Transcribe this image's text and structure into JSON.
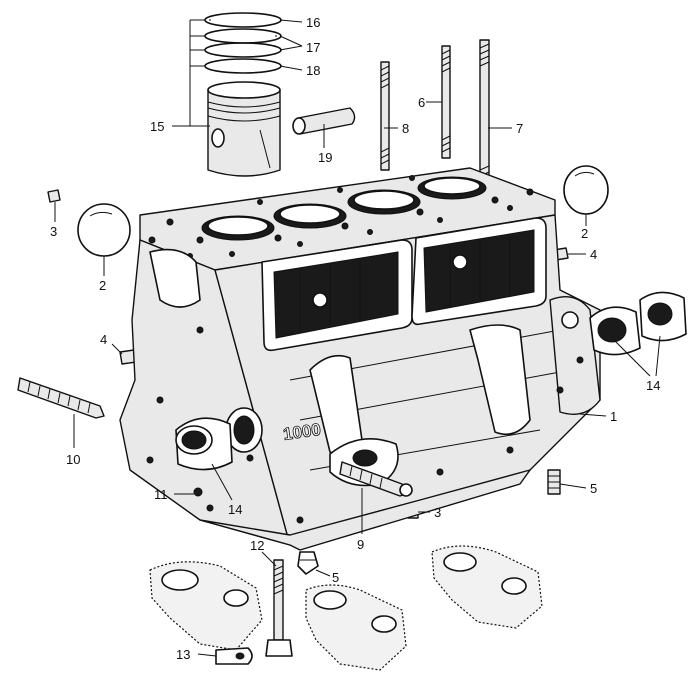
{
  "diagram": {
    "block_stamp": "1000",
    "callouts": [
      {
        "id": "c16",
        "text": "16"
      },
      {
        "id": "c17",
        "text": "17"
      },
      {
        "id": "c18",
        "text": "18"
      },
      {
        "id": "c15",
        "text": "15"
      },
      {
        "id": "c19",
        "text": "19"
      },
      {
        "id": "c6",
        "text": "6"
      },
      {
        "id": "c8",
        "text": "8"
      },
      {
        "id": "c7",
        "text": "7"
      },
      {
        "id": "c3a",
        "text": "3"
      },
      {
        "id": "c2a",
        "text": "2"
      },
      {
        "id": "c2b",
        "text": "2"
      },
      {
        "id": "c4a",
        "text": "4"
      },
      {
        "id": "c4b",
        "text": "4"
      },
      {
        "id": "c14a",
        "text": "14"
      },
      {
        "id": "c1",
        "text": "1"
      },
      {
        "id": "c10",
        "text": "10"
      },
      {
        "id": "c11",
        "text": "11"
      },
      {
        "id": "c14b",
        "text": "14"
      },
      {
        "id": "c9",
        "text": "9"
      },
      {
        "id": "c3b",
        "text": "3"
      },
      {
        "id": "c5a",
        "text": "5"
      },
      {
        "id": "c12",
        "text": "12"
      },
      {
        "id": "c5b",
        "text": "5"
      },
      {
        "id": "c13",
        "text": "13"
      }
    ]
  }
}
